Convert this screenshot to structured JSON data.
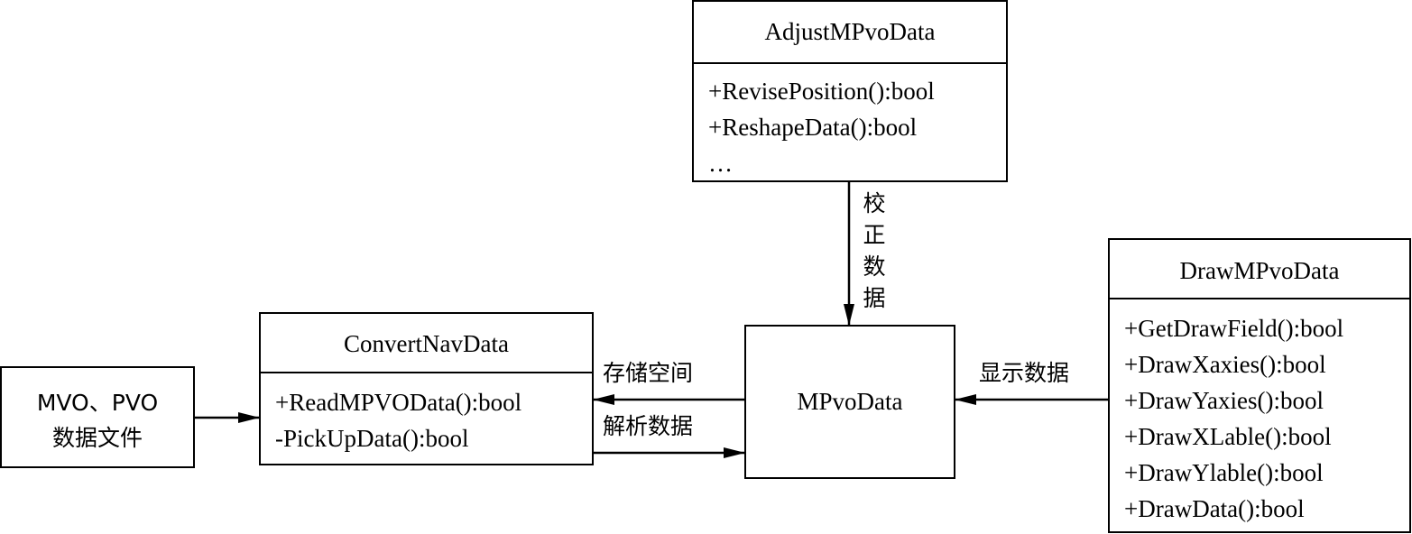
{
  "source_box": {
    "lines": [
      "MVO、PVO",
      "数据文件"
    ]
  },
  "convert_class": {
    "name": "ConvertNavData",
    "members": [
      "+ReadMPVOData():bool",
      "-PickUpData():bool"
    ]
  },
  "adjust_class": {
    "name": "AdjustMPvoData",
    "members": [
      "+RevisePosition():bool",
      "+ReshapeData():bool",
      "…"
    ]
  },
  "data_class": {
    "name": "MPvoData"
  },
  "draw_class": {
    "name": "DrawMPvoData",
    "members": [
      "+GetDrawField():bool",
      "+DrawXaxies():bool",
      "+DrawYaxies():bool",
      "+DrawXLable():bool",
      "+DrawYlable():bool",
      "+DrawData():bool"
    ]
  },
  "edges": {
    "store_label": "存储空间",
    "parse_label": "解析数据",
    "display_label": "显示数据",
    "correct_label_chars": [
      "校",
      "正",
      "数",
      "据"
    ]
  }
}
